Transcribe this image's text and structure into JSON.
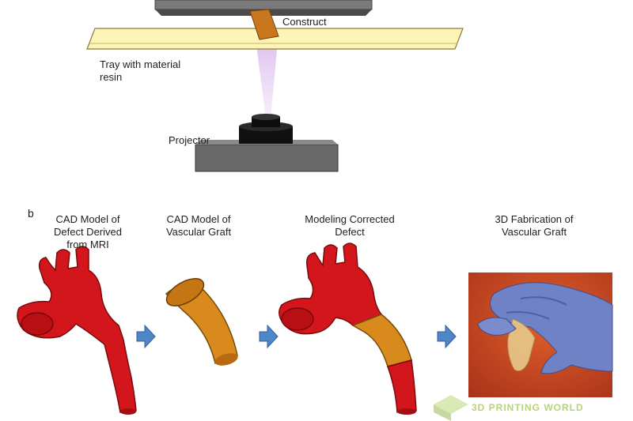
{
  "panel_a": {
    "construct_label": "Construct",
    "tray_label_line1": "Tray with material",
    "tray_label_line2": "resin",
    "projector_label": "Projector"
  },
  "panel_b": {
    "panel_letter": "b",
    "steps": [
      {
        "title_lines": [
          "CAD Model of",
          "Defect Derived",
          "from MRI"
        ]
      },
      {
        "title_lines": [
          "CAD Model of",
          "Vascular Graft"
        ]
      },
      {
        "title_lines": [
          "Modeling Corrected",
          "Defect"
        ]
      },
      {
        "title_lines": [
          "3D Fabrication of",
          "Vascular Graft"
        ]
      }
    ],
    "watermark_text": "3D PRINTING WORLD"
  },
  "colors": {
    "platform_gray": "#5f5f5f",
    "tray_yellow": "#fdf4b8",
    "construct_orange": "#c9771e",
    "aorta_red": "#d3161c",
    "graft_orange": "#d98a1c",
    "arrow_blue": "#4f86c8",
    "glove_blue": "#6f82c6",
    "photo_bg": "#d6491d",
    "beam_violet": "#e3c6ef"
  }
}
